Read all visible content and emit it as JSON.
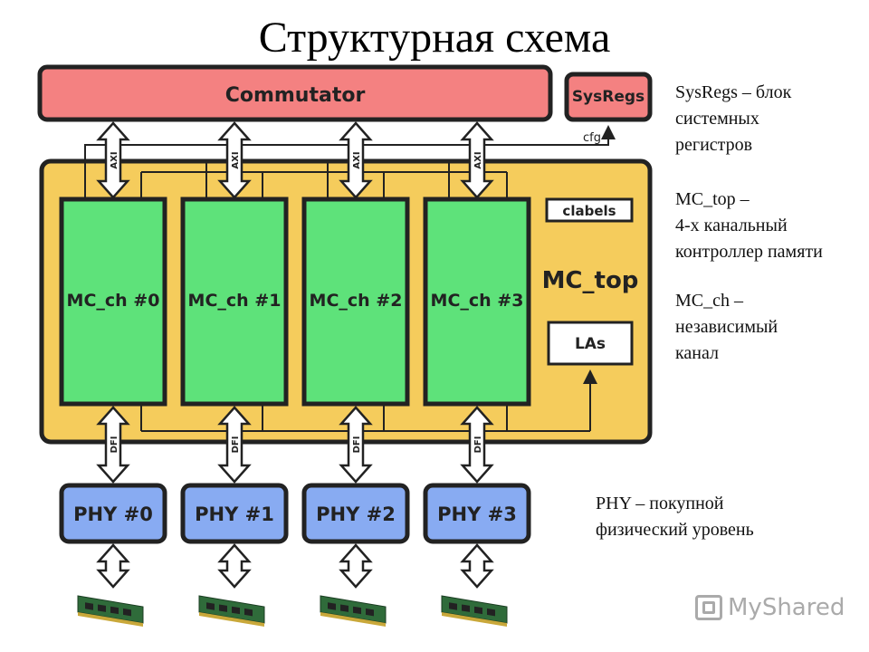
{
  "title": "Структурная схема",
  "blocks": {
    "commutator": "Commutator",
    "sysregs": "SysRegs",
    "cfg": "cfg",
    "axi": "AXI",
    "dfi": "DFI",
    "clabels": "clabels",
    "mc_top": "MC_top",
    "las": "LAs",
    "channels": [
      "MC_ch #0",
      "MC_ch #1",
      "MC_ch #2",
      "MC_ch #3"
    ],
    "phys": [
      "PHY #0",
      "PHY #1",
      "PHY #2",
      "PHY #3"
    ]
  },
  "notes": {
    "sysregs": [
      "SysRegs – блок",
      "системных",
      "регистров"
    ],
    "mc_top": [
      "MC_top –",
      "4-х канальный",
      "контроллер памяти"
    ],
    "mc_ch": [
      "MC_ch –",
      "независимый",
      "канал"
    ],
    "phy": [
      "PHY – покупной",
      "физический уровень"
    ]
  },
  "watermark": "MyShared",
  "colors": {
    "commutator": "#f48181",
    "mc_top": "#f5cc5c",
    "channel": "#5ee27a",
    "phy": "#88abf2",
    "outline": "#222222"
  }
}
